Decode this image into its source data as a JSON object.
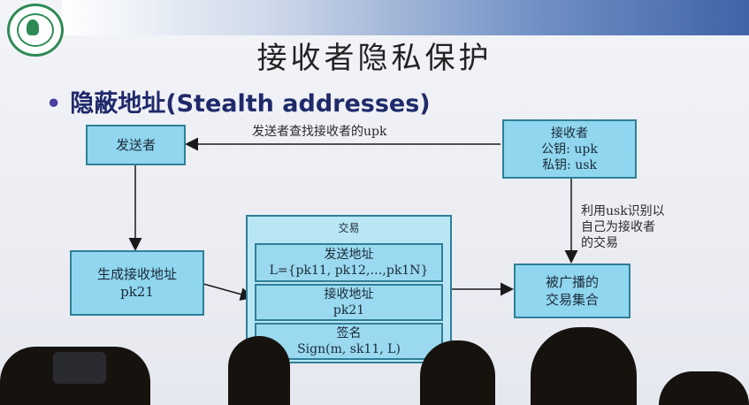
{
  "slide": {
    "title": "接收者隐私保护",
    "bullet": "隐蔽地址(Stealth addresses)"
  },
  "diagram": {
    "sender": "发送者",
    "receiver": {
      "title": "接收者",
      "pub": "公钥: upk",
      "priv": "私钥: usk"
    },
    "gen_addr": {
      "line1": "生成接收地址",
      "line2": "pk21"
    },
    "transaction": {
      "title": "交易",
      "send_addr": {
        "label": "发送地址",
        "value": "L={pk11, pk12,…,pk1N}"
      },
      "recv_addr": {
        "label": "接收地址",
        "value": "pk21"
      },
      "signature": {
        "label": "签名",
        "value": "Sign(m, sk11, L)"
      }
    },
    "broadcast": {
      "line1": "被广播的",
      "line2": "交易集合"
    },
    "edge_lookup": "发送者查找接收者的upk",
    "edge_identify": {
      "line1": "利用usk识别以",
      "line2": "自己为接收者",
      "line3": "的交易"
    }
  },
  "colors": {
    "box_fill": "#8fd6ee",
    "box_border": "#2f7f98",
    "title_text": "#222222",
    "bullet_text": "#1f2a6b"
  }
}
